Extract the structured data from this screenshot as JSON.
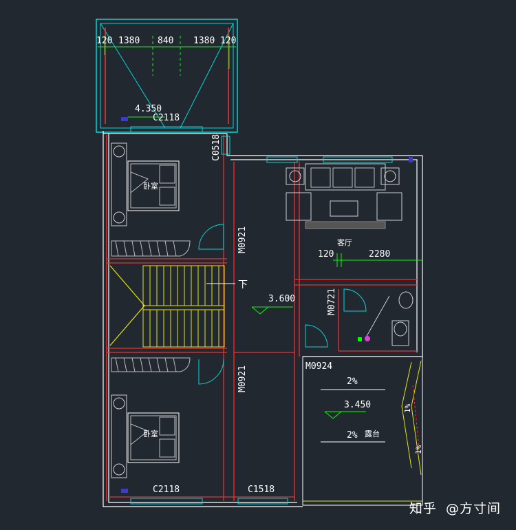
{
  "balcony_top": {
    "dimensions": [
      "120",
      "1380",
      "840",
      "1380",
      "120"
    ],
    "elevation": "4.350",
    "window": "C2118"
  },
  "bedroom_top": {
    "label": "卧室",
    "side_window": "C0518",
    "door": "M0921"
  },
  "living_room": {
    "label": "客厅",
    "dim_left": "120",
    "dim_right": "2280"
  },
  "stair": {
    "direction": "下",
    "elevation": "3.600"
  },
  "bathroom": {
    "door": "M0721"
  },
  "terrace": {
    "door": "M0924",
    "slope_top": "2%",
    "elevation": "3.450",
    "slope_bottom": "2%",
    "label": "露台",
    "side_slope_top": "1%",
    "side_slope_bottom": "1%"
  },
  "bedroom_bottom": {
    "label": "卧室",
    "door": "M0921",
    "window": "C2118"
  },
  "corridor": {
    "window": "C1518"
  },
  "watermark": {
    "logo": "知乎",
    "account": "@方寸间"
  }
}
